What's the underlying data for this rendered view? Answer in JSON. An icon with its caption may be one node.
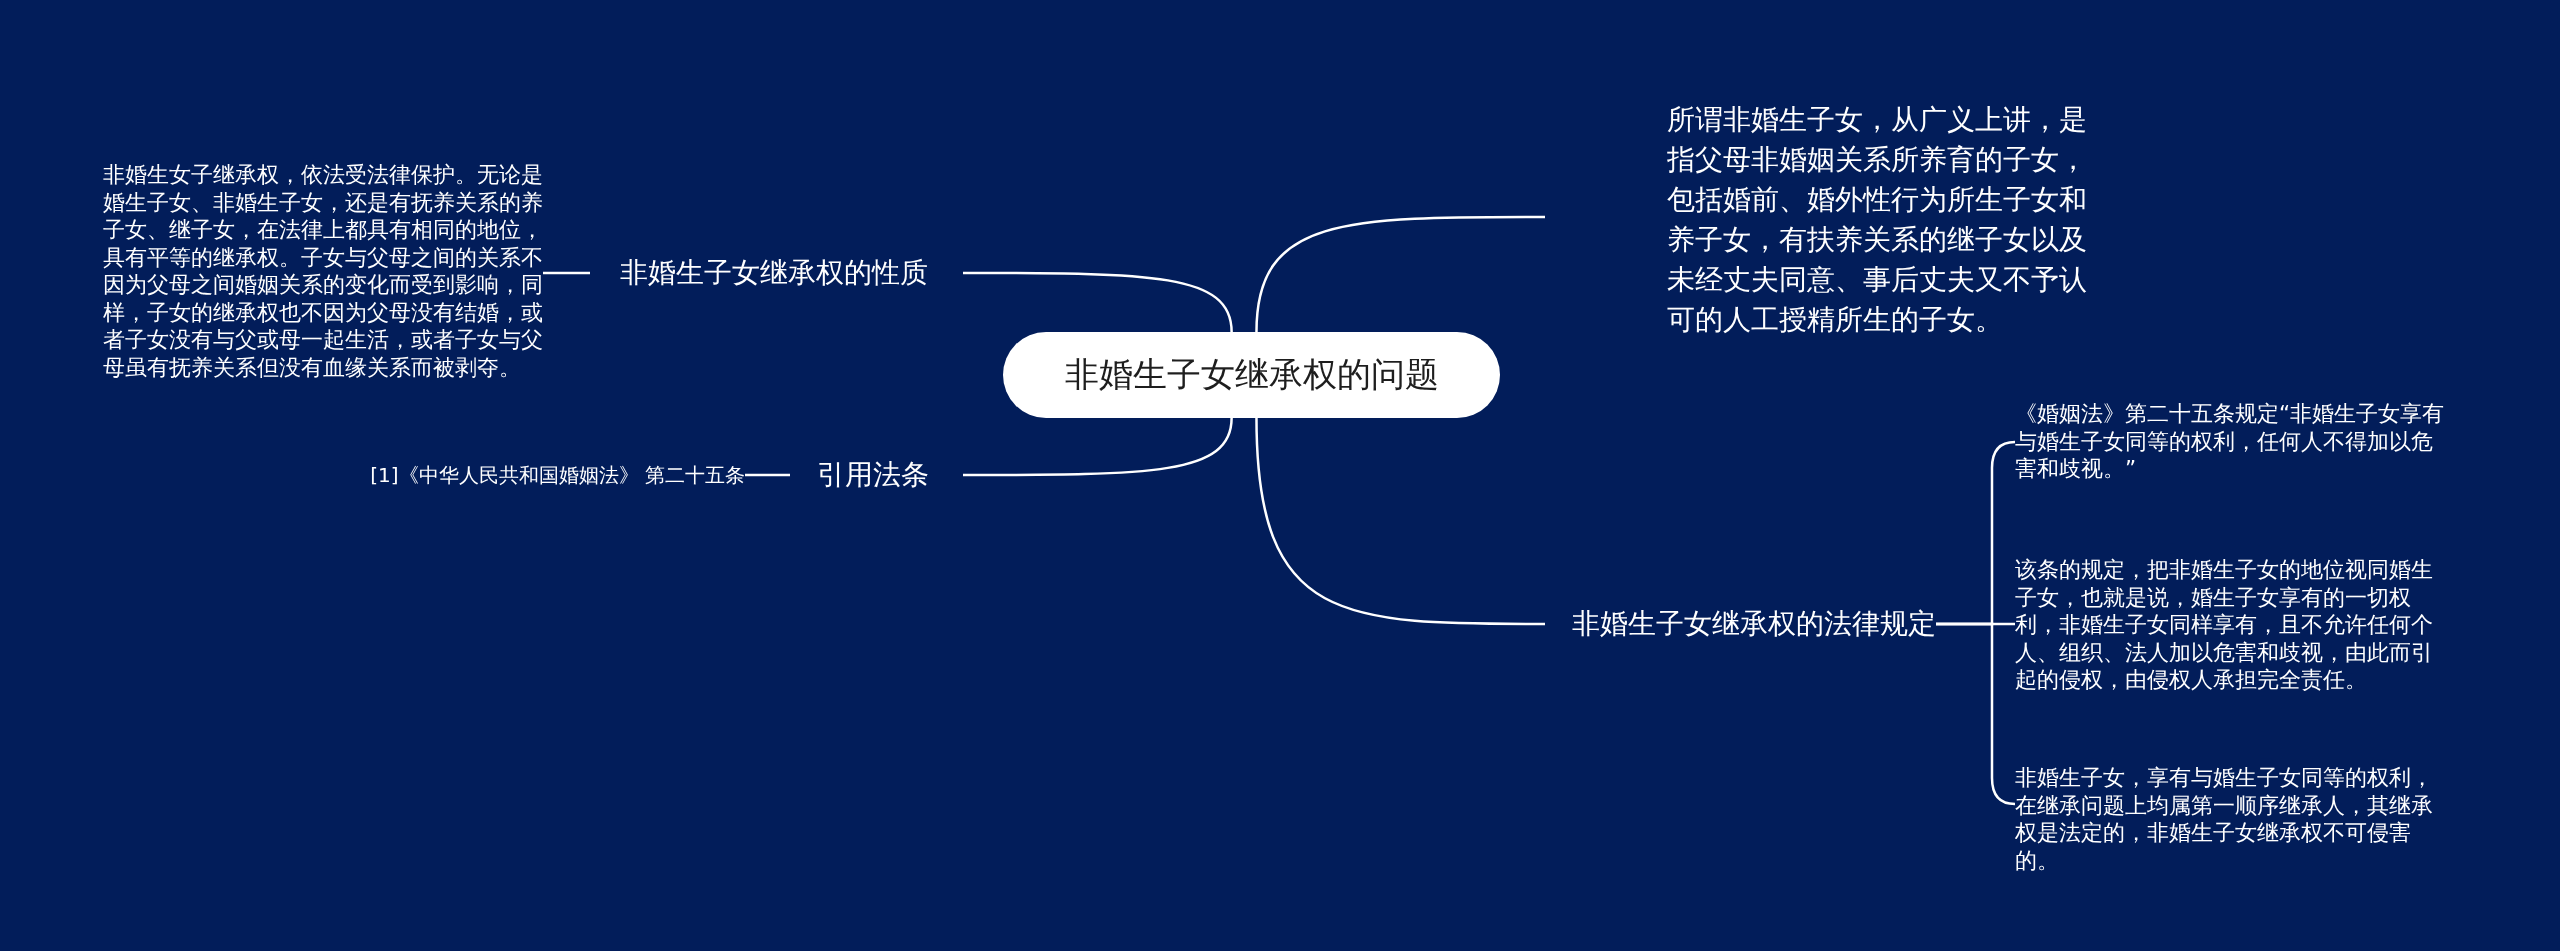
{
  "diagram": {
    "nodes": [
      {
        "text": [
          "非婚生子女继承权的问题"
        ]
      },
      {
        "text": [
          "非婚生子女继承权的性质"
        ]
      },
      {
        "text": [
          "非婚生女子继承权，依法受法律保护。无论是婚生子女、非婚生子女，还是有抚养关系的养子女、继子女，在法律上都具有相同的地位，具有平等的继承权。子女与父母之间的关系不因为父母之间婚姻关系的变化而受到影响，同样，子女的继承权也不因为父母没有结婚，或者子女没有与父或母一起生活，或者子女与父母虽有抚养关系但没有血缘关系而被剥夺。"
        ]
      },
      {
        "text": [
          "引用法条"
        ]
      },
      {
        "text": [
          "[1]《中华人民共和国婚姻法》 第二十五条"
        ]
      },
      {
        "text": [
          "所谓非婚生子女，从广义上讲，是指父母非婚姻关系所养育的子女，包括婚前、婚外性行为所生子女和养子女，有扶养关系的继子女以及未经丈夫同意、事后丈夫又不予认可的人工授精所生的子女。"
        ]
      },
      {
        "text": [
          "非婚生子女继承权的法律规定"
        ]
      },
      {
        "text": [
          "《婚姻法》第二十五条规定“非婚生子女享有与婚生子女同等的权利，任何人不得加以危害和歧视。”"
        ]
      },
      {
        "text": [
          "该条的规定，把非婚生子女的地位视同婚生子女，也就是说，婚生子女享有的一切权利，非婚生子女同样享有，且不允许任何个人、组织、法人加以危害和歧视，由此而引起的侵权，由侵权人承担完全责任。"
        ]
      },
      {
        "text": [
          "非婚生子女，享有与婚生子女同等的权利，在继承问题上均属第一顺序继承人，其继承权是法定的，非婚生子女继承权不可侵害的。"
        ]
      }
    ],
    "edges": [
      {
        "from": 0,
        "to": 1,
        "arrow": "none"
      },
      {
        "from": 1,
        "to": 2,
        "arrow": "none"
      },
      {
        "from": 0,
        "to": 3,
        "arrow": "none"
      },
      {
        "from": 3,
        "to": 4,
        "arrow": "none"
      },
      {
        "from": 0,
        "to": 5,
        "arrow": "none"
      },
      {
        "from": 0,
        "to": 6,
        "arrow": "none"
      },
      {
        "from": 6,
        "to": 7,
        "arrow": "none"
      },
      {
        "from": 6,
        "to": 8,
        "arrow": "none"
      },
      {
        "from": 6,
        "to": 9,
        "arrow": "none"
      }
    ]
  }
}
